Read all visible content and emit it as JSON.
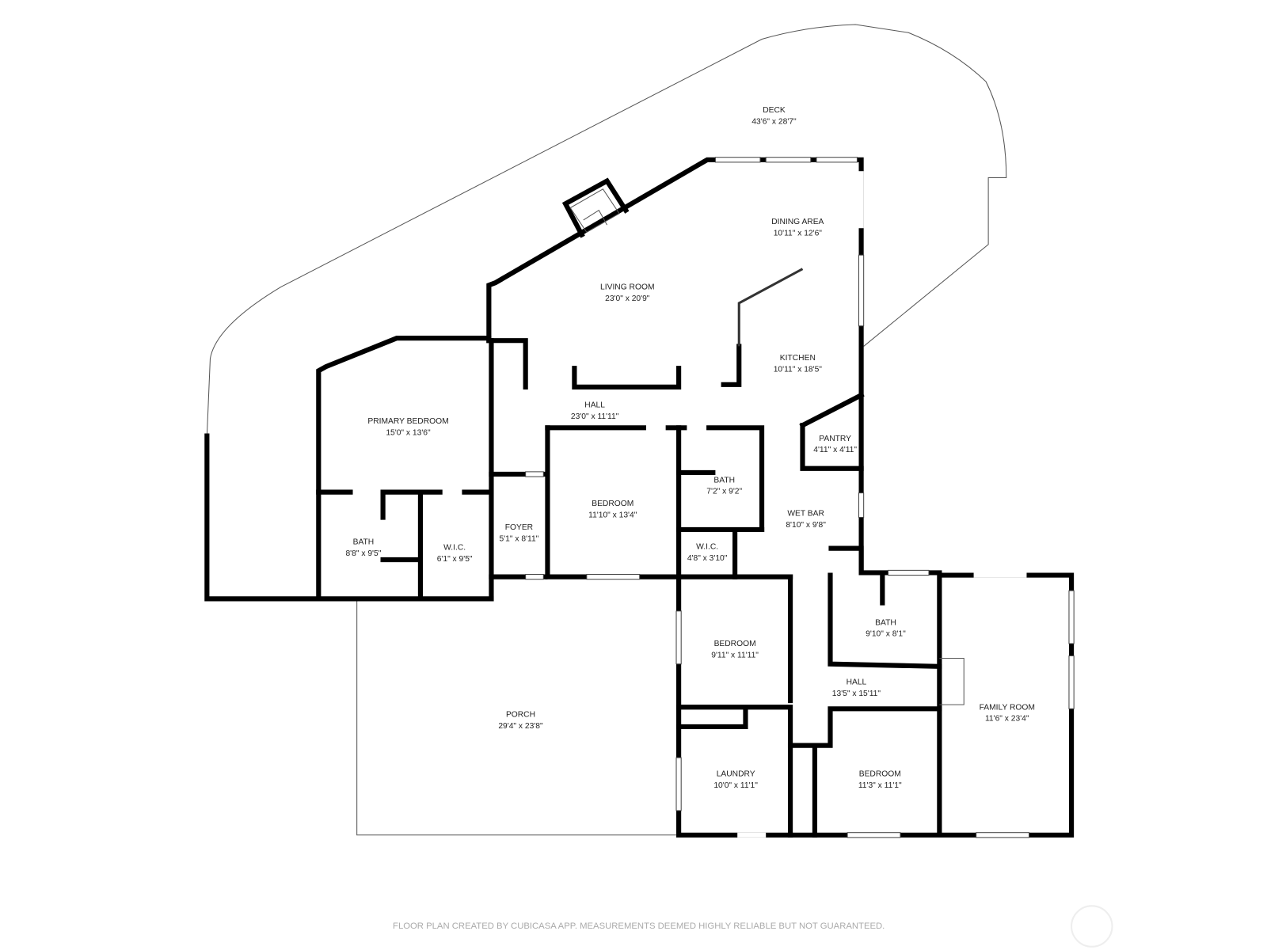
{
  "rooms": [
    {
      "name": "DECK",
      "size": "43'6\" x 28'7\""
    },
    {
      "name": "DINING AREA",
      "size": "10'11\" x 12'6\""
    },
    {
      "name": "LIVING ROOM",
      "size": "23'0\" x 20'9\""
    },
    {
      "name": "KITCHEN",
      "size": "10'11\" x 18'5\""
    },
    {
      "name": "HALL",
      "size": "23'0\" x 11'11\""
    },
    {
      "name": "PRIMARY BEDROOM",
      "size": "15'0\" x 13'6\""
    },
    {
      "name": "PANTRY",
      "size": "4'11\" x 4'11\""
    },
    {
      "name": "BATH",
      "size": "7'2\" x 9'2\""
    },
    {
      "name": "BEDROOM",
      "size": "11'10\" x 13'4\""
    },
    {
      "name": "FOYER",
      "size": "5'1\" x 8'11\""
    },
    {
      "name": "BATH",
      "size": "8'8\" x 9'5\""
    },
    {
      "name": "W.I.C.",
      "size": "6'1\" x 9'5\""
    },
    {
      "name": "WET BAR",
      "size": "8'10\" x 9'8\""
    },
    {
      "name": "W.I.C.",
      "size": "4'8\" x 3'10\""
    },
    {
      "name": "BEDROOM",
      "size": "9'11\" x 11'11\""
    },
    {
      "name": "BATH",
      "size": "9'10\" x 8'1\""
    },
    {
      "name": "HALL",
      "size": "13'5\" x 15'11\""
    },
    {
      "name": "FAMILY ROOM",
      "size": "11'6\" x 23'4\""
    },
    {
      "name": "PORCH",
      "size": "29'4\" x 23'8\""
    },
    {
      "name": "LAUNDRY",
      "size": "10'0\" x 11'1\""
    },
    {
      "name": "BEDROOM",
      "size": "11'3\" x 11'1\""
    }
  ],
  "footer": "FLOOR PLAN CREATED BY CUBICASA APP. MEASUREMENTS DEEMED HIGHLY RELIABLE BUT NOT GUARANTEED."
}
